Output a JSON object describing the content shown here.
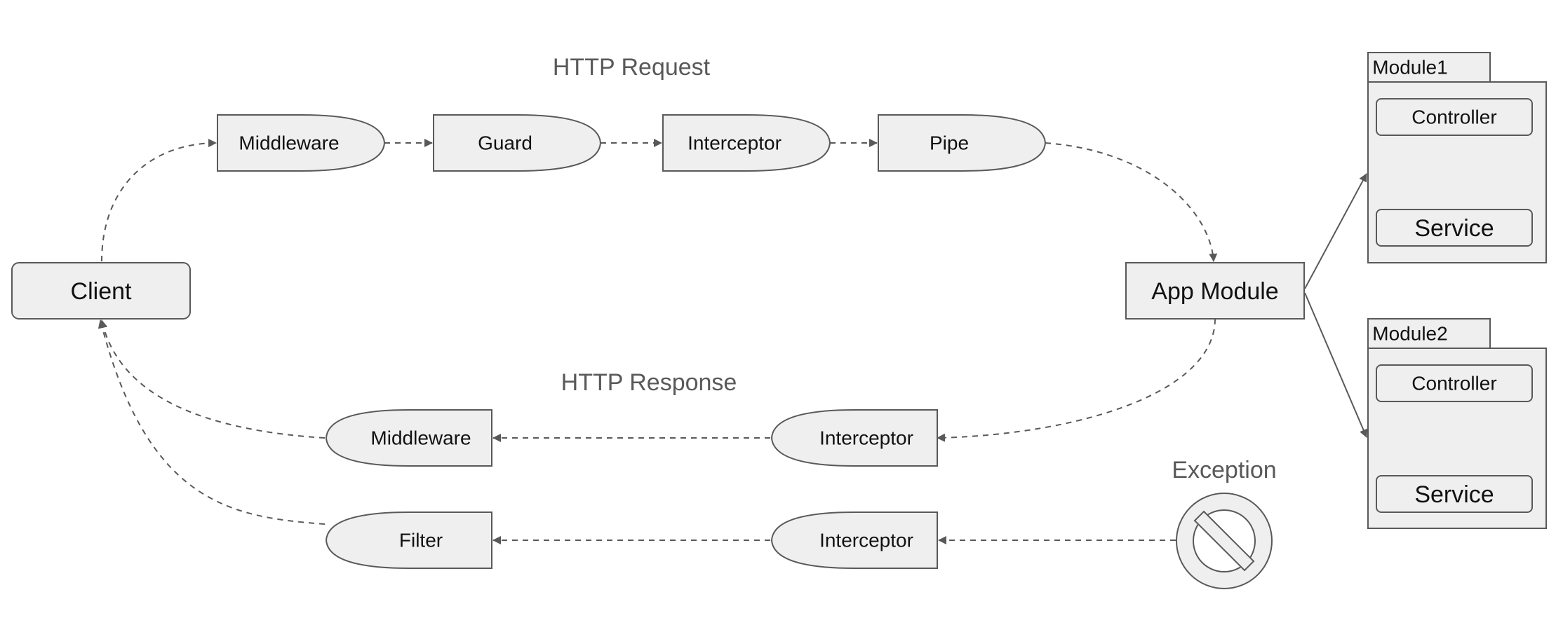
{
  "colors": {
    "fill": "#efefef",
    "stroke": "#595959",
    "text": "#111111",
    "caption": "#595959"
  },
  "captions": {
    "request": "HTTP Request",
    "response": "HTTP Response",
    "exception": "Exception"
  },
  "nodes": {
    "client": "Client",
    "app_module": "App Module",
    "req_middleware": "Middleware",
    "req_guard": "Guard",
    "req_interceptor": "Interceptor",
    "req_pipe": "Pipe",
    "res_interceptor": "Interceptor",
    "res_middleware": "Middleware",
    "exc_interceptor": "Interceptor",
    "exc_filter": "Filter"
  },
  "modules": [
    {
      "tab": "Module1",
      "controller": "Controller",
      "service": "Service"
    },
    {
      "tab": "Module2",
      "controller": "Controller",
      "service": "Service"
    }
  ],
  "icons": {
    "exception": "prohibited-icon"
  }
}
